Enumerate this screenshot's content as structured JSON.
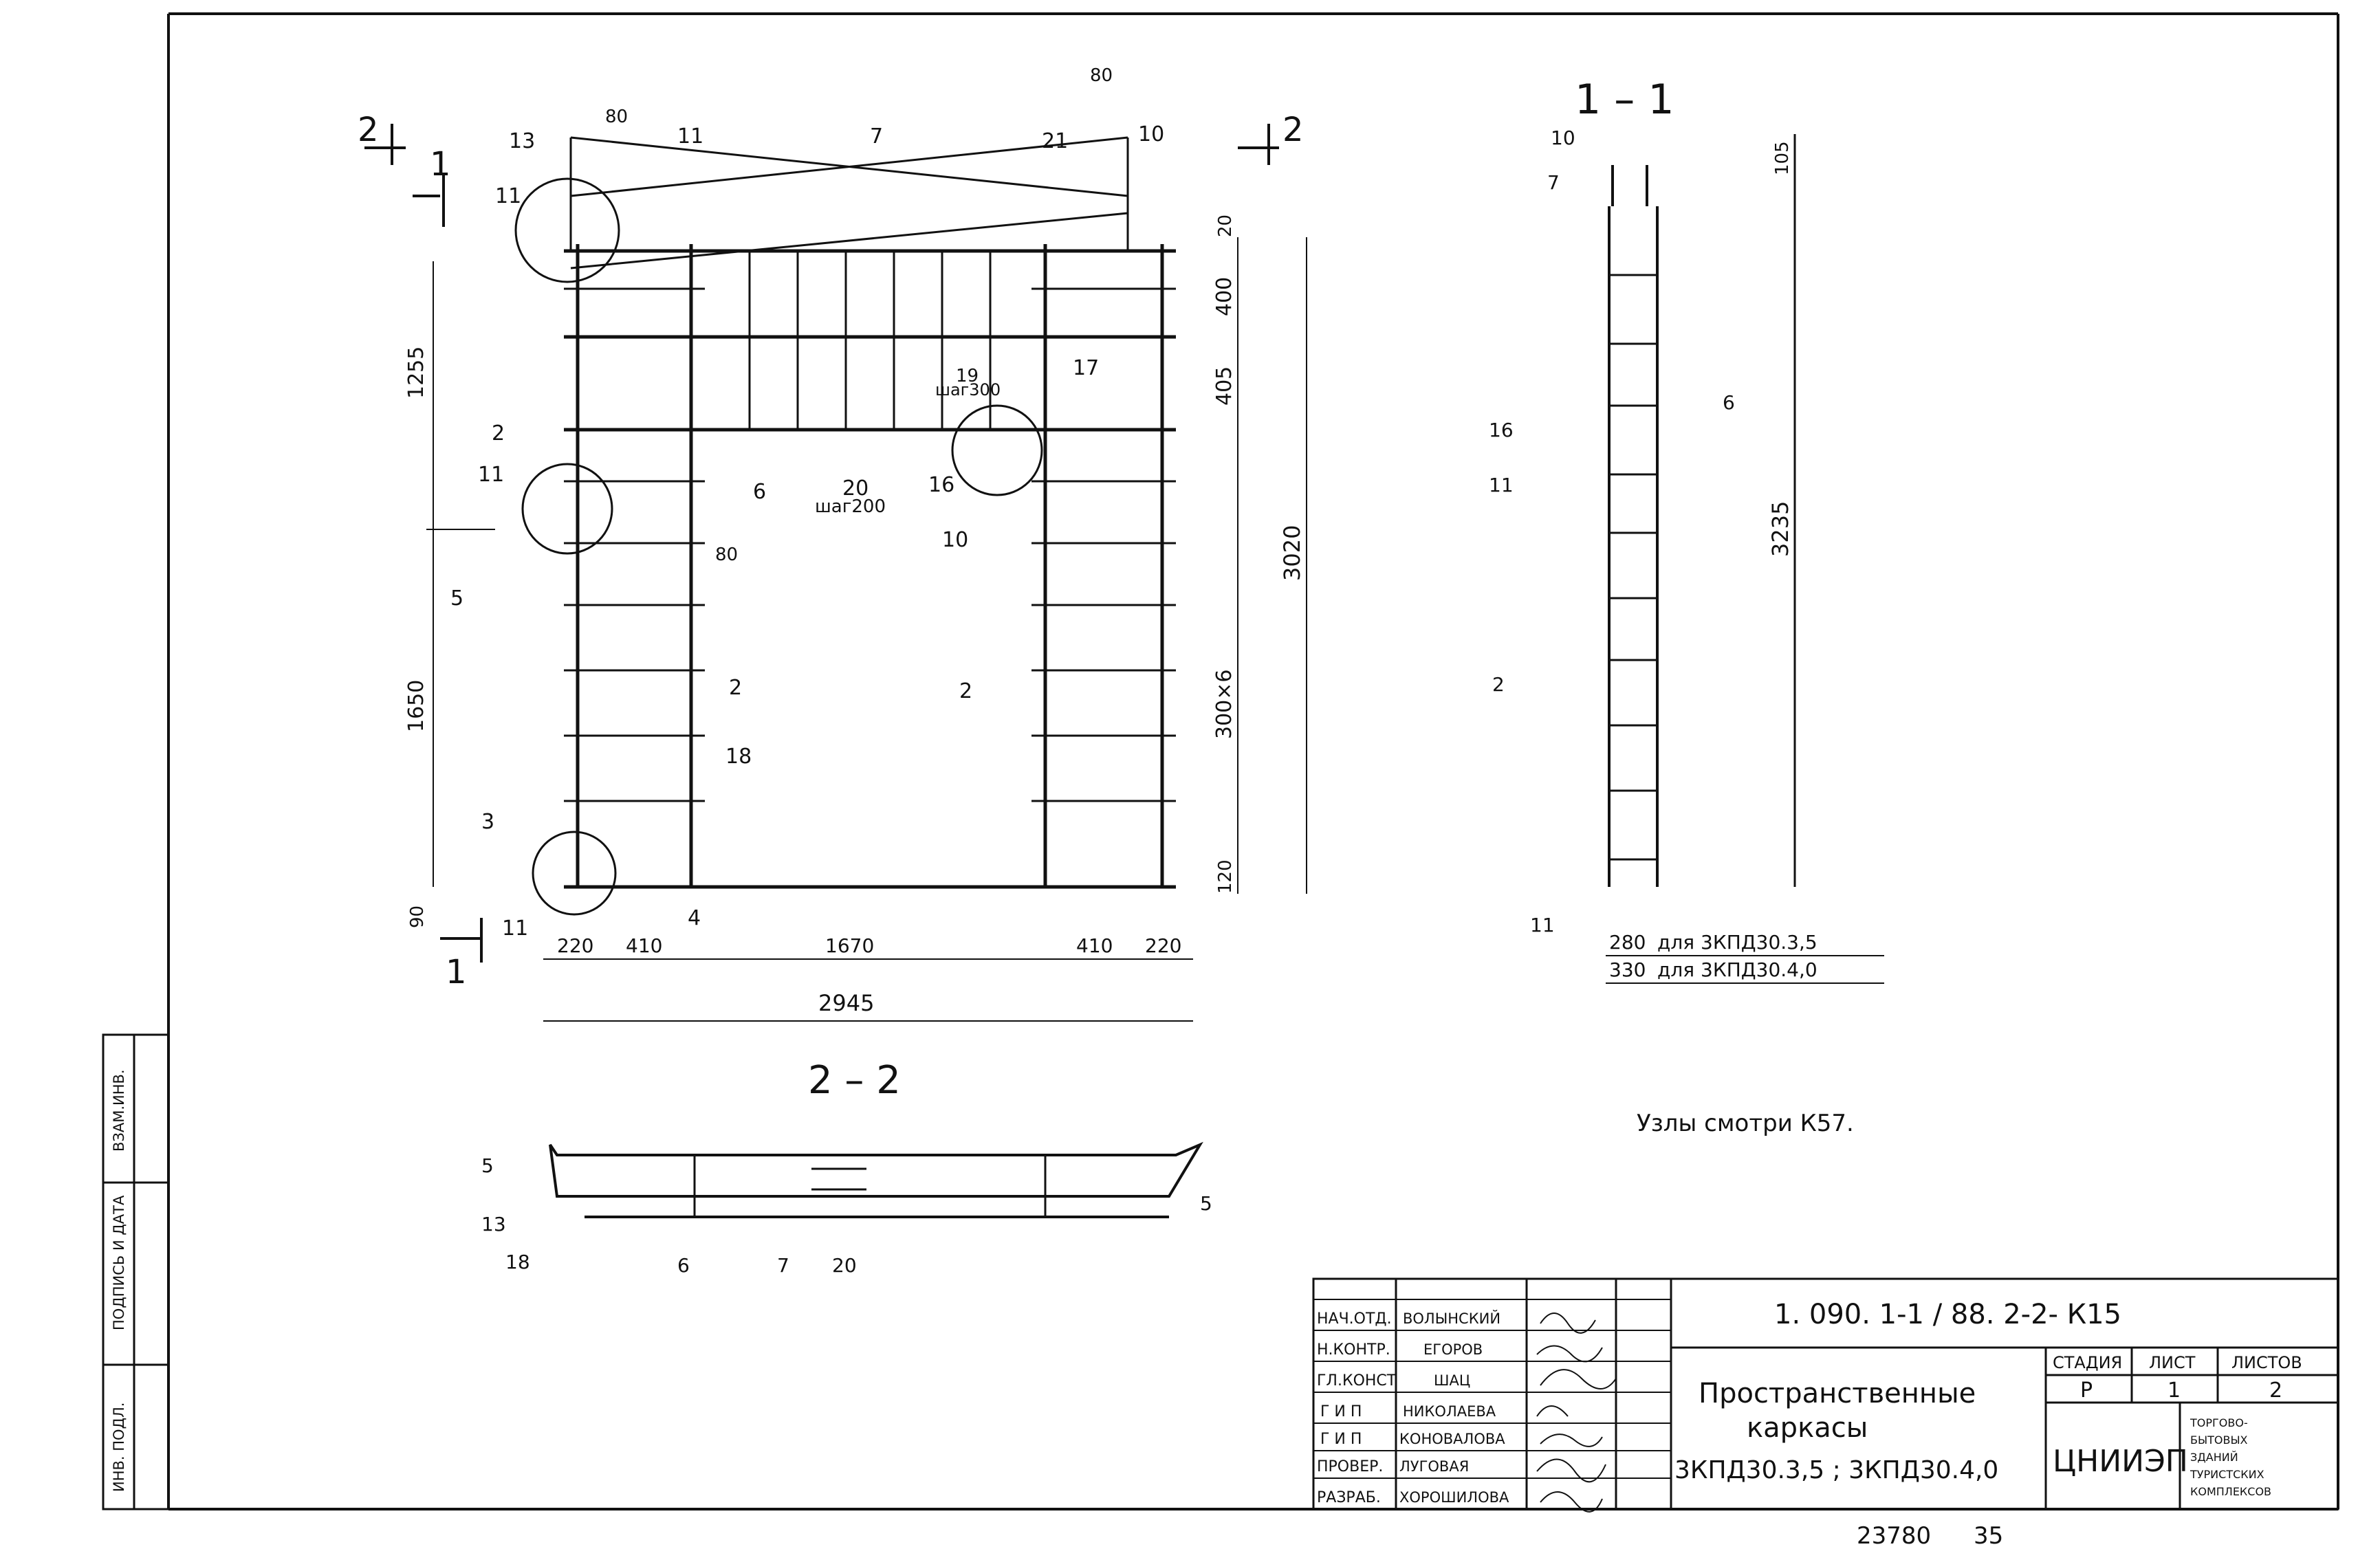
{
  "sections": {
    "s11": "1 – 1",
    "s22": "2 – 2",
    "cut1": "1",
    "cut2": "2"
  },
  "plan": {
    "dims_top": [
      "80",
      "80"
    ],
    "dims_bottom": [
      "220",
      "410",
      "1670",
      "410",
      "220"
    ],
    "overall_width": "2945",
    "dims_left": [
      "1255",
      "1650",
      "90"
    ],
    "dims_right": [
      "20",
      "400",
      "405",
      "300×6",
      "120",
      "3020"
    ],
    "inner_dim": "80",
    "step_small": "шаг300",
    "step_large": "шаг200",
    "callouts": [
      "13",
      "11",
      "7",
      "21",
      "10",
      "11",
      "2",
      "11",
      "5",
      "6",
      "20",
      "19",
      "16",
      "10",
      "17",
      "2",
      "2",
      "18",
      "3",
      "11",
      "4"
    ]
  },
  "side_view": {
    "callouts": [
      "10",
      "7",
      "16",
      "6",
      "11",
      "2",
      "11"
    ],
    "top_dim": "105",
    "height_dim": "3235",
    "width_rows": [
      {
        "dim": "280",
        "text": "для 3КПД30.3,5"
      },
      {
        "dim": "330",
        "text": "для 3КПД30.4,0"
      }
    ]
  },
  "bottom_view": {
    "callouts": [
      "5",
      "13",
      "18",
      "6",
      "7",
      "20",
      "5"
    ]
  },
  "note": "Узлы смотри К57.",
  "stamp": {
    "side_labels": [
      "ВЗАМ.ИНВ.",
      "ПОДПИСЬ И ДАТА",
      "ИНВ. ПОДЛ."
    ],
    "roles": [
      "НАЧ.ОТД.",
      "Н.КОНТР.",
      "ГЛ.КОНСТ",
      "Г И П",
      "Г И П",
      "ПРОВЕР.",
      "РАЗРАБ."
    ],
    "names": [
      "ВОЛЫНСКИЙ",
      "ЕГОРОВ",
      "ШАЦ",
      "НИКОЛАЕВА",
      "КОНОВАЛОВА",
      "ЛУГОВАЯ",
      "ХОРОШИЛОВА"
    ],
    "code": "1. 090. 1-1 / 88. 2-2- К15",
    "title_lines": [
      "Пространственные",
      "каркасы",
      "3КПД30.3,5 ; 3КПД30.4,0"
    ],
    "stage_label": "СТАДИЯ",
    "sheet_label": "ЛИСТ",
    "sheets_label": "ЛИСТОВ",
    "stage": "Р",
    "sheet": "1",
    "sheets": "2",
    "org": "ЦНИИЭП",
    "org_desc": [
      "ТОРГОВО-",
      "БЫТОВЫХ",
      "ЗДАНИЙ",
      "ТУРИСТСКИХ",
      "КОМПЛЕКСОВ"
    ],
    "bottom_numbers": [
      "23780",
      "35"
    ]
  }
}
